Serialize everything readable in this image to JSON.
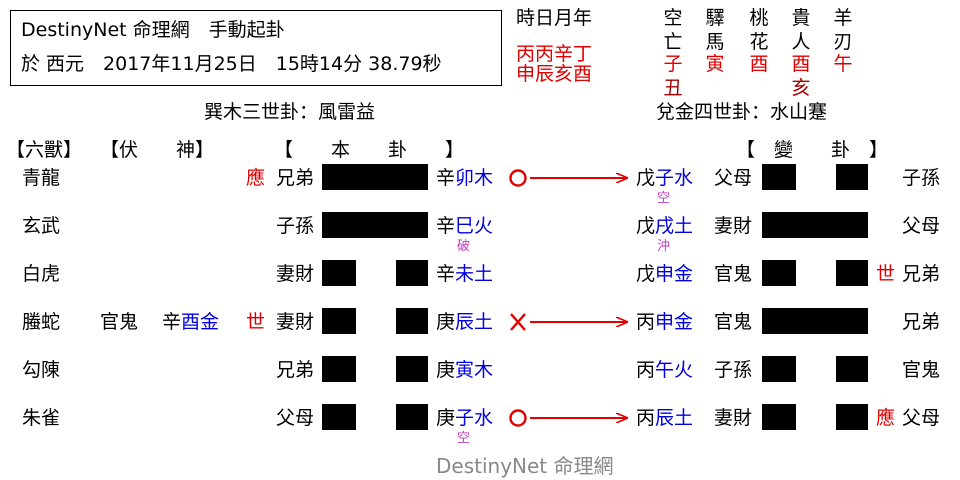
{
  "header": {
    "line1": "DestinyNet 命理網　手動起卦",
    "line2": "於 西元　2017年11月25日　15時14分 38.79秒"
  },
  "pillars": {
    "label": "時日月年",
    "stems": "丙丙辛丁",
    "branches": "申辰亥酉"
  },
  "shensha": {
    "columns": [
      {
        "title": [
          "空",
          "亡"
        ],
        "values": [
          "子",
          "丑"
        ]
      },
      {
        "title": [
          "驛",
          "馬"
        ],
        "values": [
          "寅"
        ]
      },
      {
        "title": [
          "桃",
          "花"
        ],
        "values": [
          "酉"
        ]
      },
      {
        "title": [
          "貴",
          "人"
        ],
        "values": [
          "酉",
          "亥"
        ]
      },
      {
        "title": [
          "羊",
          "刃"
        ],
        "values": [
          "午"
        ]
      }
    ]
  },
  "base_gua_name": "巽木三世卦：風雷益",
  "changed_gua_name": "兌金四世卦：水山蹇",
  "col_headers": {
    "six_beasts": "【六獸】",
    "hidden_god": "【伏　　神】",
    "base": "【　　本　　卦　　】",
    "changed": "【　變　　卦　】"
  },
  "rows": [
    {
      "beast": "青龍",
      "hidden_rel": "",
      "hidden_stem": "",
      "hidden_branch": "",
      "hidden_mark": "",
      "mark": "應",
      "relation": "兄弟",
      "yao": "yang",
      "stem": "辛",
      "branch": "卯木",
      "sub": "",
      "move": "○",
      "c_stem": "戊",
      "c_branch": "子水",
      "c_sub": "空",
      "c_relation": "父母",
      "c_yao": "yin",
      "c_mark": "",
      "c_six": "子孫"
    },
    {
      "beast": "玄武",
      "hidden_rel": "",
      "hidden_stem": "",
      "hidden_branch": "",
      "hidden_mark": "",
      "mark": "",
      "relation": "子孫",
      "yao": "yang",
      "stem": "辛",
      "branch": "巳火",
      "sub": "破",
      "move": "",
      "c_stem": "戊",
      "c_branch": "戌土",
      "c_sub": "沖",
      "c_relation": "妻財",
      "c_yao": "yang",
      "c_mark": "",
      "c_six": "父母"
    },
    {
      "beast": "白虎",
      "hidden_rel": "",
      "hidden_stem": "",
      "hidden_branch": "",
      "hidden_mark": "",
      "mark": "",
      "relation": "妻財",
      "yao": "yin",
      "stem": "辛",
      "branch": "未土",
      "sub": "",
      "move": "",
      "c_stem": "戊",
      "c_branch": "申金",
      "c_sub": "",
      "c_relation": "官鬼",
      "c_yao": "yin",
      "c_mark": "世",
      "c_six": "兄弟"
    },
    {
      "beast": "螣蛇",
      "hidden_rel": "官鬼",
      "hidden_stem": "辛",
      "hidden_branch": "酉金",
      "hidden_mark": "世",
      "mark": "",
      "relation": "妻財",
      "yao": "yin",
      "stem": "庚",
      "branch": "辰土",
      "sub": "",
      "move": "✕",
      "c_stem": "丙",
      "c_branch": "申金",
      "c_sub": "",
      "c_relation": "官鬼",
      "c_yao": "yang",
      "c_mark": "",
      "c_six": "兄弟"
    },
    {
      "beast": "勾陳",
      "hidden_rel": "",
      "hidden_stem": "",
      "hidden_branch": "",
      "hidden_mark": "",
      "mark": "",
      "relation": "兄弟",
      "yao": "yin",
      "stem": "庚",
      "branch": "寅木",
      "sub": "",
      "move": "",
      "c_stem": "丙",
      "c_branch": "午火",
      "c_sub": "",
      "c_relation": "子孫",
      "c_yao": "yin",
      "c_mark": "",
      "c_six": "官鬼"
    },
    {
      "beast": "朱雀",
      "hidden_rel": "",
      "hidden_stem": "",
      "hidden_branch": "",
      "hidden_mark": "",
      "mark": "",
      "relation": "父母",
      "yao": "yin",
      "stem": "庚",
      "branch": "子水",
      "sub": "空",
      "move": "○",
      "c_stem": "丙",
      "c_branch": "辰土",
      "c_sub": "",
      "c_relation": "妻財",
      "c_yao": "yin",
      "c_mark": "應",
      "c_six": "父母"
    }
  ],
  "watermark": "DestinyNet 命理網",
  "colors": {
    "red": "#e00000",
    "blue": "#0000e0",
    "pink": "#c040c0",
    "dark_red": "#a00000"
  }
}
